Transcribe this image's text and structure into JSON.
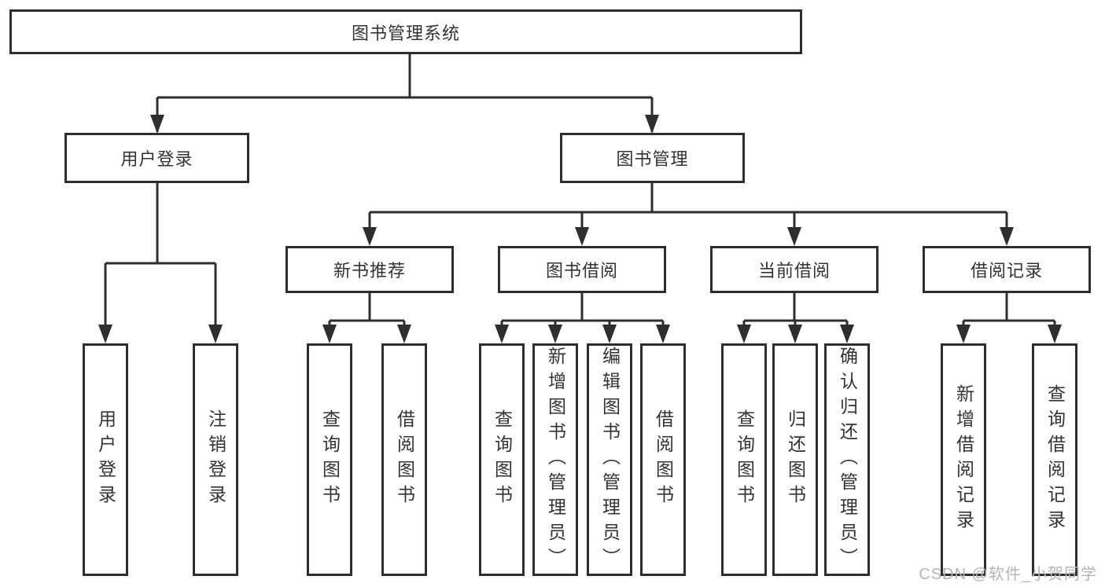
{
  "root": {
    "label": "图书管理系统"
  },
  "branches": [
    {
      "label": "用户登录",
      "leaves": [
        {
          "label": "用户登录"
        },
        {
          "label": "注销登录"
        }
      ]
    },
    {
      "label": "图书管理",
      "sections": [
        {
          "label": "新书推荐",
          "leaves": [
            {
              "label": "查询图书"
            },
            {
              "label": "借阅图书"
            }
          ]
        },
        {
          "label": "图书借阅",
          "leaves": [
            {
              "label": "查询图书"
            },
            {
              "label": "新增图书（管理员）"
            },
            {
              "label": "编辑图书（管理员）"
            },
            {
              "label": "借阅图书"
            }
          ]
        },
        {
          "label": "当前借阅",
          "leaves": [
            {
              "label": "查询图书"
            },
            {
              "label": "归还图书"
            },
            {
              "label": "确认归还（管理员）"
            }
          ]
        },
        {
          "label": "借阅记录",
          "leaves": [
            {
              "label": "新增借阅记录"
            },
            {
              "label": "查询借阅记录"
            }
          ]
        }
      ]
    }
  ],
  "watermark": {
    "text": "CSDN @软件_小贺同学"
  },
  "colors": {
    "line": "#2e2e2e",
    "text": "#333333",
    "watermark": "#b5b5b5",
    "background": "#ffffff"
  }
}
